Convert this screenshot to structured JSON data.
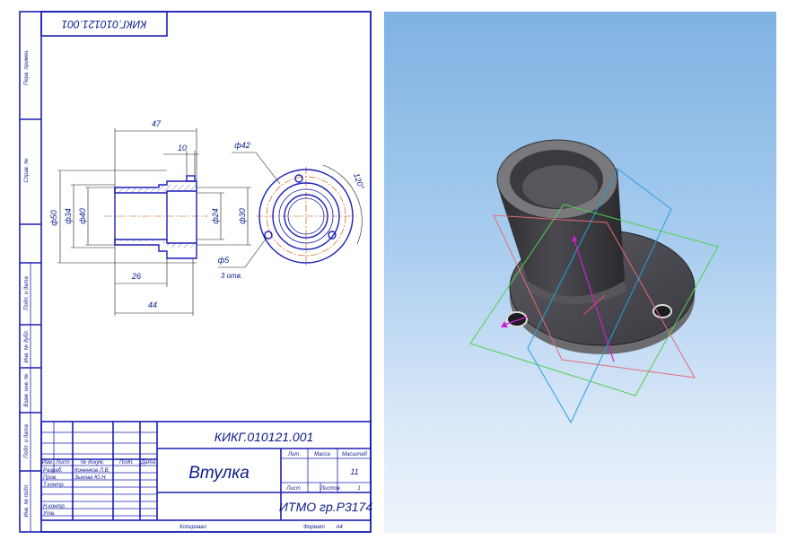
{
  "drawing": {
    "top_code": "КИКГ.010121.001",
    "designation": "КИКГ.010121.001",
    "part_name": "Втулка",
    "group": "ИТМО гр.Р3174",
    "copied_label": "Копировал",
    "format_label": "Формат",
    "format_value": "A4",
    "sheet_count": "1",
    "mass_value": "11",
    "dims": {
      "len_47": "47",
      "len_10": "10",
      "dia_50": "ф50",
      "dia_34": "ф34",
      "dia_40": "ф40",
      "dia_24": "ф24",
      "dia_30": "ф30",
      "len_26": "26",
      "len_44": "44",
      "dia_42": "ф42",
      "angle_120": "120°",
      "hole_dia": "ф5",
      "hole_count": "3 отв."
    },
    "side_labels": [
      "Перв. примен.",
      "Справ. №",
      "Подп. и дата",
      "Инв. № дубл.",
      "Взам. инв. №",
      "Подп. и дата",
      "Инв. № подл."
    ],
    "stamp_headers": [
      "Изм.",
      "Лист",
      "№ докум.",
      "Подп.",
      "Дата"
    ],
    "stamp_roles": [
      "Разраб.",
      "Пров.",
      "Т.контр.",
      "Н.контр.",
      "Утв."
    ],
    "stamp_names": [
      "Коненков Л.В.",
      "Зыкова Ю.Н."
    ],
    "stamp_right": {
      "lit": "Лит.",
      "mass": "Масса",
      "scale": "Масштаб",
      "sheet": "Лист",
      "sheets": "Листов"
    }
  }
}
